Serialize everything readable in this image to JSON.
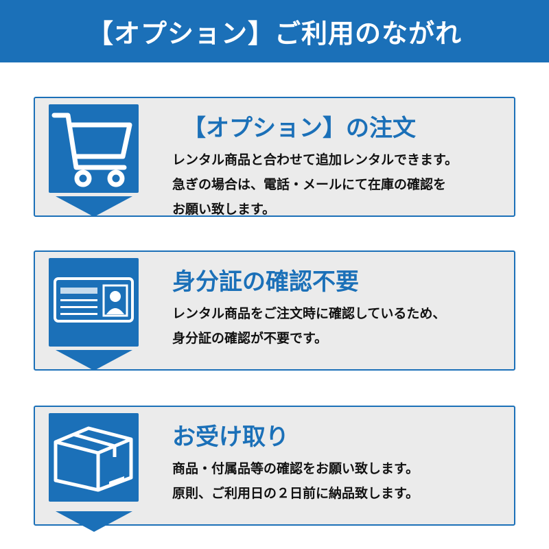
{
  "header": {
    "title": "【オプション】ご利用のながれ"
  },
  "steps": [
    {
      "icon": "shopping-cart-icon",
      "title": "【オプション】の注文",
      "lines": [
        "レンタル商品と合わせて追加レンタルできます。",
        "急ぎの場合は、電話・メールにて在庫の確認を",
        "お願い致します。"
      ]
    },
    {
      "icon": "id-card-icon",
      "title": "身分証の確認不要",
      "lines": [
        "レンタル商品をご注文時に確認しているため、",
        "身分証の確認が不要です。"
      ]
    },
    {
      "icon": "package-box-icon",
      "title": "お受け取り",
      "lines": [
        "商品・付属品等の確認をお願い致します。",
        "原則、ご利用日の２日前に納品致します。"
      ]
    }
  ],
  "colors": {
    "accent": "#1b70b8",
    "panel": "#ebebeb",
    "text": "#111111"
  }
}
